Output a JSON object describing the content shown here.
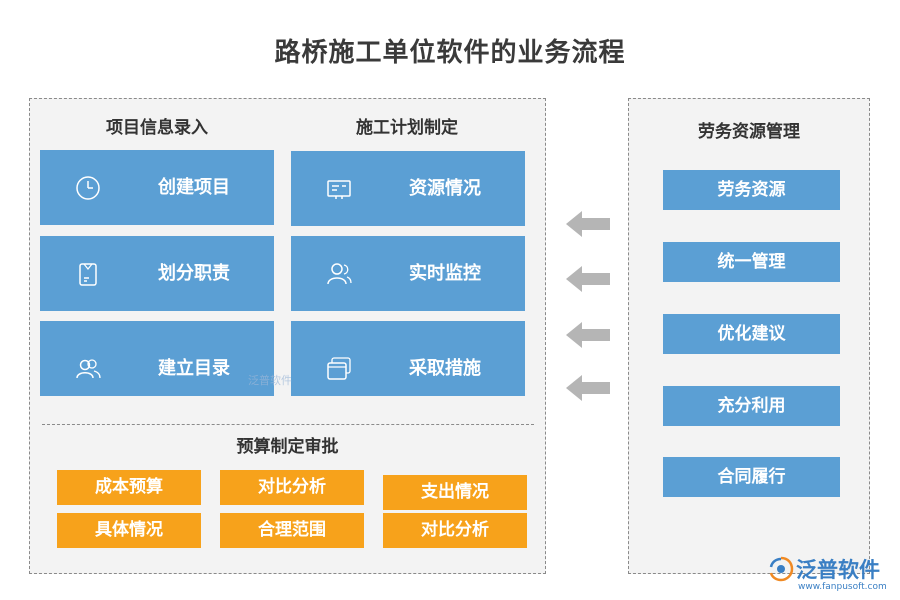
{
  "title": "路桥施工单位软件的业务流程",
  "project_entry": {
    "heading": "项目信息录入",
    "items": [
      {
        "label": "创建项目",
        "icon": "clock-icon"
      },
      {
        "label": "划分职责",
        "icon": "document-icon"
      },
      {
        "label": "建立目录",
        "icon": "users-icon"
      }
    ]
  },
  "construction_plan": {
    "heading": "施工计划制定",
    "items": [
      {
        "label": "资源情况",
        "icon": "list-card-icon"
      },
      {
        "label": "实时监控",
        "icon": "user-group-icon"
      },
      {
        "label": "采取措施",
        "icon": "windows-stack-icon"
      }
    ]
  },
  "budget": {
    "heading": "预算制定审批",
    "col1": [
      "成本预算",
      "具体情况"
    ],
    "col2": [
      "对比分析",
      "合理范围"
    ],
    "col3": [
      "支出情况",
      "对比分析"
    ]
  },
  "labor": {
    "heading": "劳务资源管理",
    "items": [
      "劳务资源",
      "统一管理",
      "优化建议",
      "充分利用",
      "合同履行"
    ]
  },
  "watermark": "泛普软件",
  "logo": {
    "name": "泛普软件",
    "url": "www.fanpusoft.com"
  },
  "colors": {
    "blue": "#5b9fd4",
    "orange": "#f7a21b",
    "arrow": "#b5b5b5"
  }
}
